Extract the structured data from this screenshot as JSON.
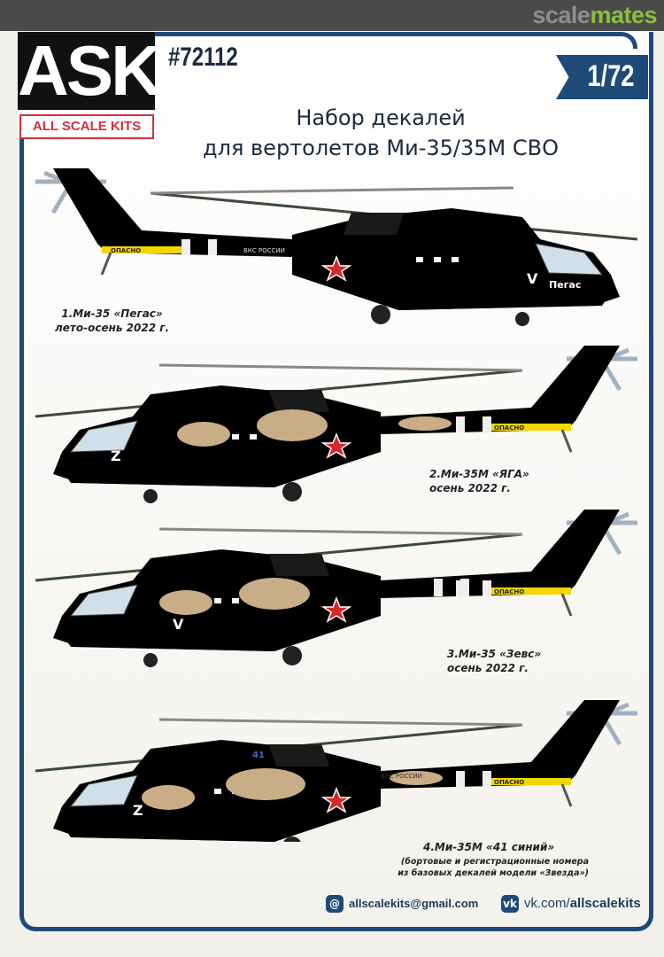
{
  "watermark": {
    "part1": "scale",
    "part2": "mates"
  },
  "logo": {
    "brand": "ASK",
    "subtitle": "ALL SCALE KITS"
  },
  "product_code": "#72112",
  "scale": "1/72",
  "title": {
    "line1": "Набор декалей",
    "line2": "для вертолетов Ми-35/35М СВО"
  },
  "variants": [
    {
      "label": "1.Ми-35 «Пегас»",
      "period": "лето-осень 2022 г.",
      "side_text": "ОПАСНО",
      "nose_text": "Пегас",
      "mark": "V",
      "serial": "ВКС РОССИИ"
    },
    {
      "label": "2.Ми-35М «ЯГА»",
      "period": "осень 2022 г.",
      "side_text": "ОПАСНО",
      "mark": "Z"
    },
    {
      "label": "3.Ми-35 «Зевс»",
      "period": "осень 2022 г.",
      "side_text": "ОПАСНО",
      "mark": "V"
    },
    {
      "label": "4.Ми-35М «41 синий»",
      "note1": "(бортовые и регистрационные номера",
      "note2": "из базовых декалей модели «Звезда»)",
      "side_text": "ОПАСНО",
      "mark": "Z",
      "serial": "ВКС РОССИИ",
      "number": "41"
    }
  ],
  "contacts": {
    "email": "allscalekits@gmail.com",
    "vk_prefix": "vk.com/",
    "vk_name": "allscalekits",
    "email_icon": "@",
    "vk_icon": "vk"
  },
  "colors": {
    "brand_blue": "#1e4a78",
    "logo_red": "#d32f3b",
    "gray_scheme": "#5b6272",
    "green": "#5e7d45",
    "tan": "#c9ad86",
    "belly_blue": "#8ec9e6"
  }
}
